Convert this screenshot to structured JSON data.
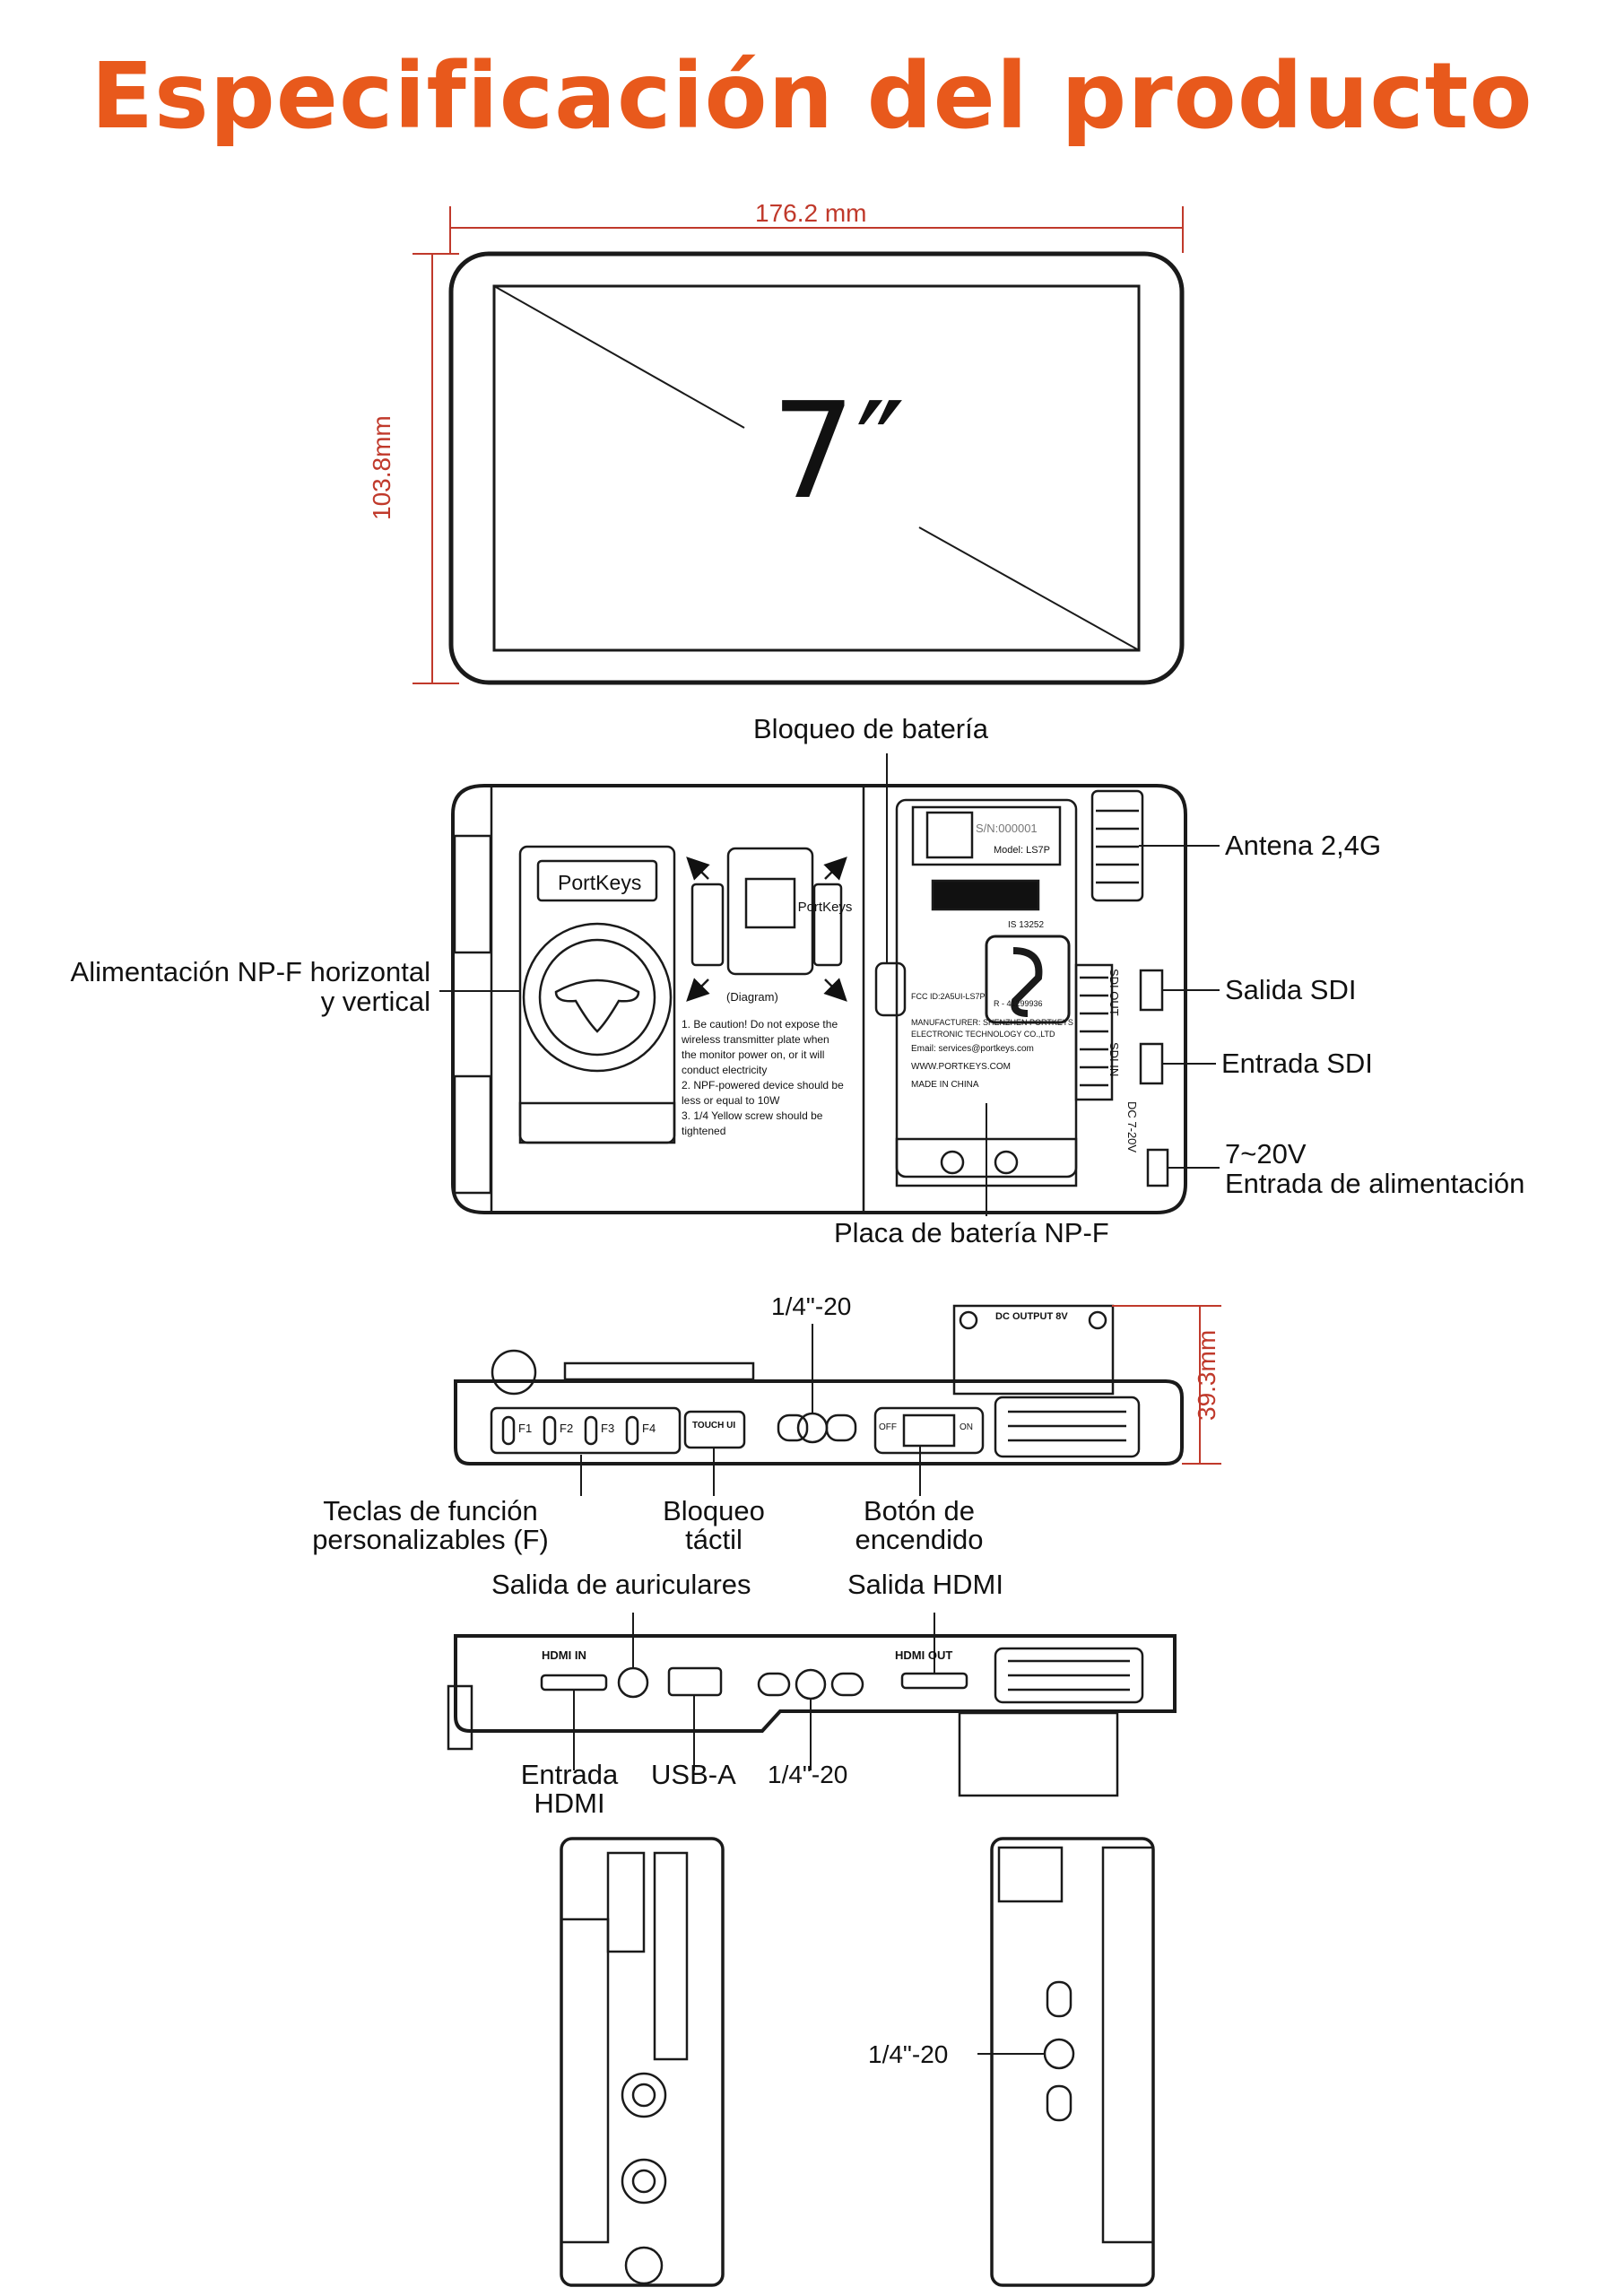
{
  "title": "Especificación del producto",
  "colors": {
    "title": "#E8591C",
    "dimension": "#C0392B",
    "line": "#1a1a1a"
  },
  "front": {
    "width": "176.2 mm",
    "height": "103.8mm",
    "screen_size": "7″"
  },
  "back": {
    "labels": {
      "battery_lock": "Bloqueo de batería",
      "antenna": "Antena 2,4G",
      "npf_power_1": "Alimentación NP-F horizontal",
      "npf_power_2": "y vertical",
      "sdi_out": "Salida SDI",
      "sdi_in": "Entrada SDI",
      "dc_range": "7~20V",
      "dc_in": "Entrada de alimentación",
      "npf_plate": "Placa de batería NP-F"
    },
    "printed": {
      "brand": "PortKeys",
      "diagram": "(Diagram)",
      "caution_1": "1. Be caution! Do not expose the",
      "caution_1b": "wireless transmitter plate when",
      "caution_1c": "the monitor  power on, or it will",
      "caution_1d": "conduct electricity",
      "caution_2": "2. NPF-powered device should be",
      "caution_2b": "less or equal to 10W",
      "caution_3": "3. 1/4 Yellow screw should be",
      "caution_3b": "tightened",
      "sn": "S/N:000001",
      "model": "Model: LS7P",
      "is": "IS 13252",
      "fcc_id": "FCC ID:2A5UI-LS7P",
      "r_code": "R - 41299936",
      "manufacturer": "MANUFACTURER: SHENZHEN PORTKEYS",
      "manufacturer_b": "ELECTRONIC TECHNOLOGY CO.,LTD",
      "email": "Email: services@portkeys.com",
      "web": "WWW.PORTKEYS.COM",
      "made": "MADE IN CHINA",
      "sdi_out_port": "SDI OUT",
      "sdi_in_port": "SDI IN",
      "dc_port": "DC 7-20V"
    }
  },
  "top_view": {
    "thickness": "39.3mm",
    "screw": "1/4\"-20",
    "dc_output": "DC OUTPUT 8V",
    "keys": [
      "F1",
      "F2",
      "F3",
      "F4"
    ],
    "touch": "TOUCH UI",
    "off": "OFF",
    "on": "ON",
    "labels": {
      "fkeys_1": "Teclas de función",
      "fkeys_2": "personalizables (F)",
      "touch_1": "Bloqueo",
      "touch_2": "táctil",
      "power_1": "Botón de",
      "power_2": "encendido"
    }
  },
  "bottom_view": {
    "headphone": "Salida de auriculares",
    "hdmi_out": "Salida HDMI",
    "hdmi_in_print": "HDMI IN",
    "hdmi_out_print": "HDMI OUT",
    "hdmi_in_1": "Entrada",
    "hdmi_in_2": "HDMI",
    "usb": "USB-A",
    "screw": "1/4\"-20"
  },
  "side_view": {
    "screw": "1/4\"-20"
  }
}
